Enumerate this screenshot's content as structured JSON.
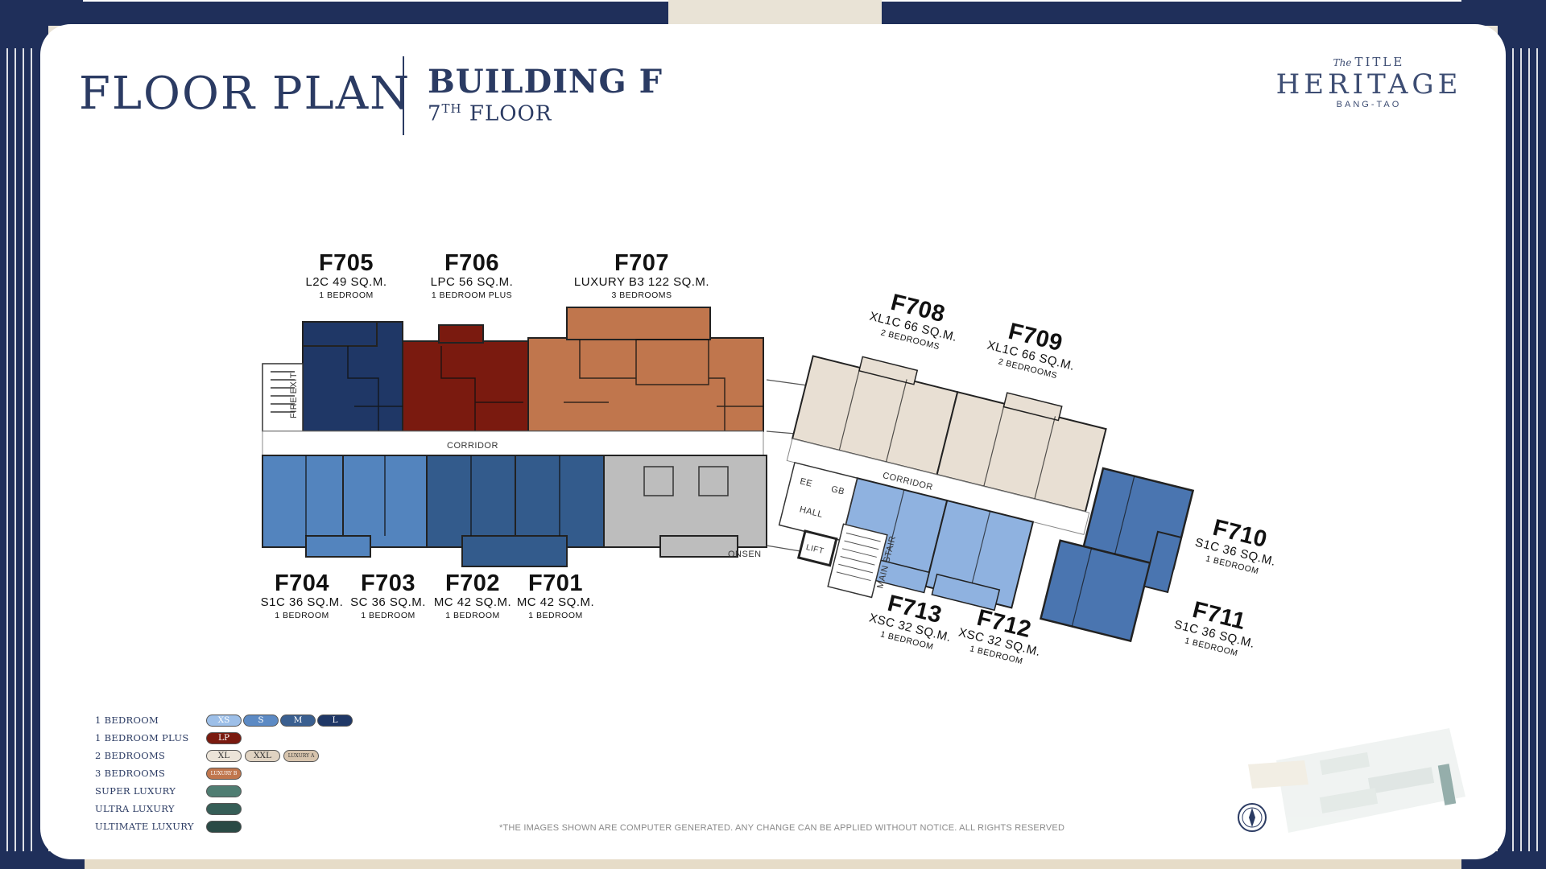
{
  "header": {
    "title": "FLOOR PLAN",
    "building": "BUILDING F",
    "floor_number": "7",
    "floor_suffix": "TH",
    "floor_word": "FLOOR"
  },
  "logo": {
    "top": "TITLE",
    "top_script": "The",
    "main": "HERITAGE",
    "sub": "BANG-TAO"
  },
  "plan_labels": {
    "corridor_west": "CORRIDOR",
    "corridor_east": "CORRIDOR",
    "onsen": "ONSEN",
    "fire_exit": "FIRE EXIT",
    "main_stair": "MAIN STAIR",
    "hall": "HALL",
    "lift": "LIFT",
    "ee": "EE",
    "gb": "GB"
  },
  "units": [
    {
      "id": "F705",
      "type": "L2C 49 SQ.M.",
      "bedrooms": "1 BEDROOM",
      "color": "#1f3766"
    },
    {
      "id": "F706",
      "type": "LPC 56 SQ.M.",
      "bedrooms": "1 BEDROOM PLUS",
      "color": "#7a1a0f"
    },
    {
      "id": "F707",
      "type": "LUXURY B3 122 SQ.M.",
      "bedrooms": "3 BEDROOMS",
      "color": "#c0764d"
    },
    {
      "id": "F708",
      "type": "XL1C 66 SQ.M.",
      "bedrooms": "2 BEDROOMS",
      "color": "#e8dfd3"
    },
    {
      "id": "F709",
      "type": "XL1C 66 SQ.M.",
      "bedrooms": "2 BEDROOMS",
      "color": "#e8dfd3"
    },
    {
      "id": "F710",
      "type": "S1C 36 SQ.M.",
      "bedrooms": "1 BEDROOM",
      "color": "#4a75b0"
    },
    {
      "id": "F711",
      "type": "S1C 36 SQ.M.",
      "bedrooms": "1 BEDROOM",
      "color": "#4a75b0"
    },
    {
      "id": "F712",
      "type": "XSC 32 SQ.M.",
      "bedrooms": "1 BEDROOM",
      "color": "#8fb2e0"
    },
    {
      "id": "F713",
      "type": "XSC 32 SQ.M.",
      "bedrooms": "1 BEDROOM",
      "color": "#8fb2e0"
    },
    {
      "id": "F704",
      "type": "S1C 36 SQ.M.",
      "bedrooms": "1 BEDROOM",
      "color": "#5384be"
    },
    {
      "id": "F703",
      "type": "SC 36 SQ.M.",
      "bedrooms": "1 BEDROOM",
      "color": "#5384be"
    },
    {
      "id": "F702",
      "type": "MC 42 SQ.M.",
      "bedrooms": "1 BEDROOM",
      "color": "#335b8c"
    },
    {
      "id": "F701",
      "type": "MC 42 SQ.M.",
      "bedrooms": "1 BEDROOM",
      "color": "#335b8c"
    }
  ],
  "legend": [
    {
      "label": "1 BEDROOM",
      "chips": [
        {
          "text": "XS",
          "color": "#9dbfe8",
          "text_color": "#ffffff"
        },
        {
          "text": "S",
          "color": "#5c8ac4",
          "text_color": "#ffffff"
        },
        {
          "text": "M",
          "color": "#3a5f90",
          "text_color": "#ffffff"
        },
        {
          "text": "L",
          "color": "#1f3766",
          "text_color": "#ffffff"
        }
      ]
    },
    {
      "label": "1 BEDROOM PLUS",
      "chips": [
        {
          "text": "LP",
          "color": "#7a1a0f",
          "text_color": "#ffffff"
        }
      ]
    },
    {
      "label": "2 BEDROOMS",
      "chips": [
        {
          "text": "XL",
          "color": "#ece4d8",
          "text_color": "#333333"
        },
        {
          "text": "XXL",
          "color": "#e0d3c2",
          "text_color": "#333333"
        },
        {
          "text": "LUXURY A",
          "color": "#d7c4ad",
          "text_color": "#333333"
        }
      ]
    },
    {
      "label": "3 BEDROOMS",
      "chips": [
        {
          "text": "LUXURY B",
          "color": "#c0764d",
          "text_color": "#ffffff"
        }
      ]
    },
    {
      "label": "SUPER LUXURY",
      "chips": [
        {
          "text": "",
          "color": "#4f7d72",
          "text_color": "#ffffff"
        }
      ]
    },
    {
      "label": "ULTRA LUXURY",
      "chips": [
        {
          "text": "",
          "color": "#365e57",
          "text_color": "#ffffff"
        }
      ]
    },
    {
      "label": "ULTIMATE LUXURY",
      "chips": [
        {
          "text": "",
          "color": "#2a4a45",
          "text_color": "#ffffff"
        }
      ]
    }
  ],
  "footnote": "*THE IMAGES SHOWN ARE COMPUTER GENERATED. ANY CHANGE CAN BE APPLIED WITHOUT NOTICE. ALL RIGHTS RESERVED"
}
